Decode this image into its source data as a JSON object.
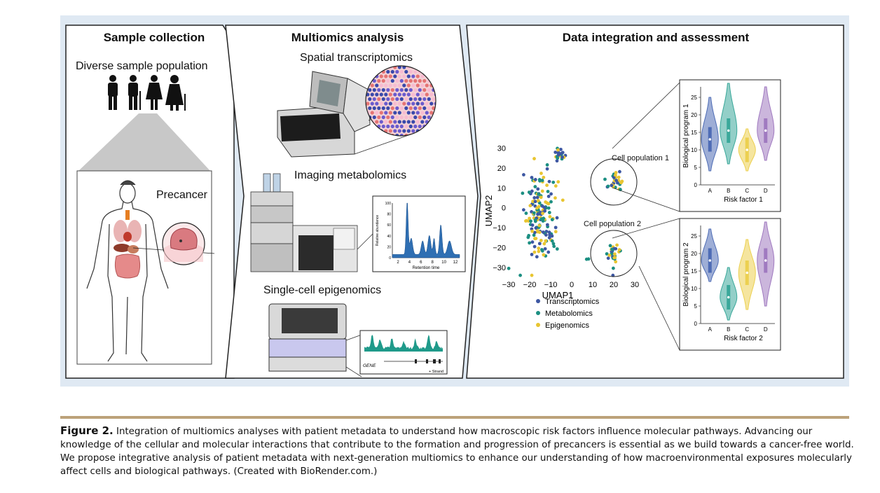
{
  "panels": {
    "sample_collection": {
      "title": "Sample collection",
      "subtitle": "Diverse sample population",
      "precancer_label": "Precancer"
    },
    "multiomics": {
      "title": "Multiomics analysis",
      "spatial_label": "Spatial transcriptomics",
      "imaging_label": "Imaging metabolomics",
      "epigenomics_label": "Single-cell epigenomics",
      "chromatogram": {
        "ylabel": "Relative abundance",
        "xlabel": "Retention time",
        "yticks": [
          "0",
          "20",
          "40",
          "60",
          "80",
          "100"
        ],
        "xticks": [
          "2",
          "4",
          "6",
          "8",
          "10",
          "12"
        ]
      },
      "track": {
        "gene_label": "GENE",
        "strand_label": "+ Strand"
      }
    },
    "integration": {
      "title": "Data integration and assessment",
      "cell_pop1": "Cell population 1",
      "cell_pop2": "Cell population 2"
    }
  },
  "chart_data": [
    {
      "type": "scatter",
      "xlabel": "UMAP1",
      "ylabel": "UMAP2",
      "xticks": [
        -30,
        -20,
        -10,
        0,
        10,
        20,
        30
      ],
      "yticks": [
        30,
        20,
        10,
        0,
        -10,
        -20,
        -30
      ],
      "xlim": [
        -30,
        30
      ],
      "ylim": [
        -35,
        32
      ],
      "legend": [
        "Transcriptomics",
        "Metabolomics",
        "Epigenomics"
      ],
      "legend_placement": "below",
      "colors": {
        "Transcriptomics": "#3d57a2",
        "Metabolomics": "#1c8f82",
        "Epigenomics": "#e8c531"
      },
      "clusters": [
        {
          "center": [
            -15,
            -5
          ],
          "spread": [
            7,
            21
          ],
          "n": 170
        },
        {
          "center": [
            -6,
            27
          ],
          "spread": [
            3,
            2.5
          ],
          "n": 20
        },
        {
          "center": [
            20,
            13
          ],
          "spread": [
            3.5,
            6
          ],
          "n": 28
        },
        {
          "center": [
            20,
            -23
          ],
          "spread": [
            3.5,
            6
          ],
          "n": 28
        },
        {
          "center": [
            8,
            -26
          ],
          "spread": [
            1,
            1
          ],
          "n": 2
        }
      ]
    },
    {
      "type": "violin",
      "ylabel": "Biological program 1",
      "xlabel": "Risk factor 1",
      "categories": [
        "A",
        "B",
        "C",
        "D"
      ],
      "yticks": [
        0,
        5,
        10,
        15,
        20,
        25
      ],
      "ylim": [
        0,
        28
      ],
      "medians": [
        13,
        15.5,
        10,
        15.5
      ],
      "ranges": [
        [
          4,
          25
        ],
        [
          6,
          29
        ],
        [
          4,
          16
        ],
        [
          7,
          28
        ]
      ],
      "colors": [
        "#4e6cb5",
        "#3aa89a",
        "#ecd050",
        "#a07ac0"
      ]
    },
    {
      "type": "violin",
      "ylabel": "Biological program 2",
      "xlabel": "Risk factor 2",
      "categories": [
        "A",
        "B",
        "C",
        "D"
      ],
      "yticks": [
        0,
        5,
        10,
        15,
        20,
        25
      ],
      "ylim": [
        0,
        28
      ],
      "medians": [
        18,
        7.5,
        14.5,
        18
      ],
      "ranges": [
        [
          12,
          27
        ],
        [
          1,
          16
        ],
        [
          4,
          24
        ],
        [
          5,
          29
        ]
      ],
      "colors": [
        "#4e6cb5",
        "#3aa89a",
        "#ecd050",
        "#a07ac0"
      ]
    }
  ],
  "caption": {
    "label": "Figure 2.",
    "text": "Integration of multiomics analyses with patient metadata to understand how macroscopic risk factors influence molecular pathways. Advancing our knowledge of the cellular and molecular interactions that contribute to the formation and progression of precancers is essential as we build towards a cancer-free world. We propose integrative analysis of patient metadata with next-generation multiomics to enhance our understanding of how macroenvironmental exposures molecularly affect cells and biological pathways. (Created with BioRender.com.)"
  }
}
